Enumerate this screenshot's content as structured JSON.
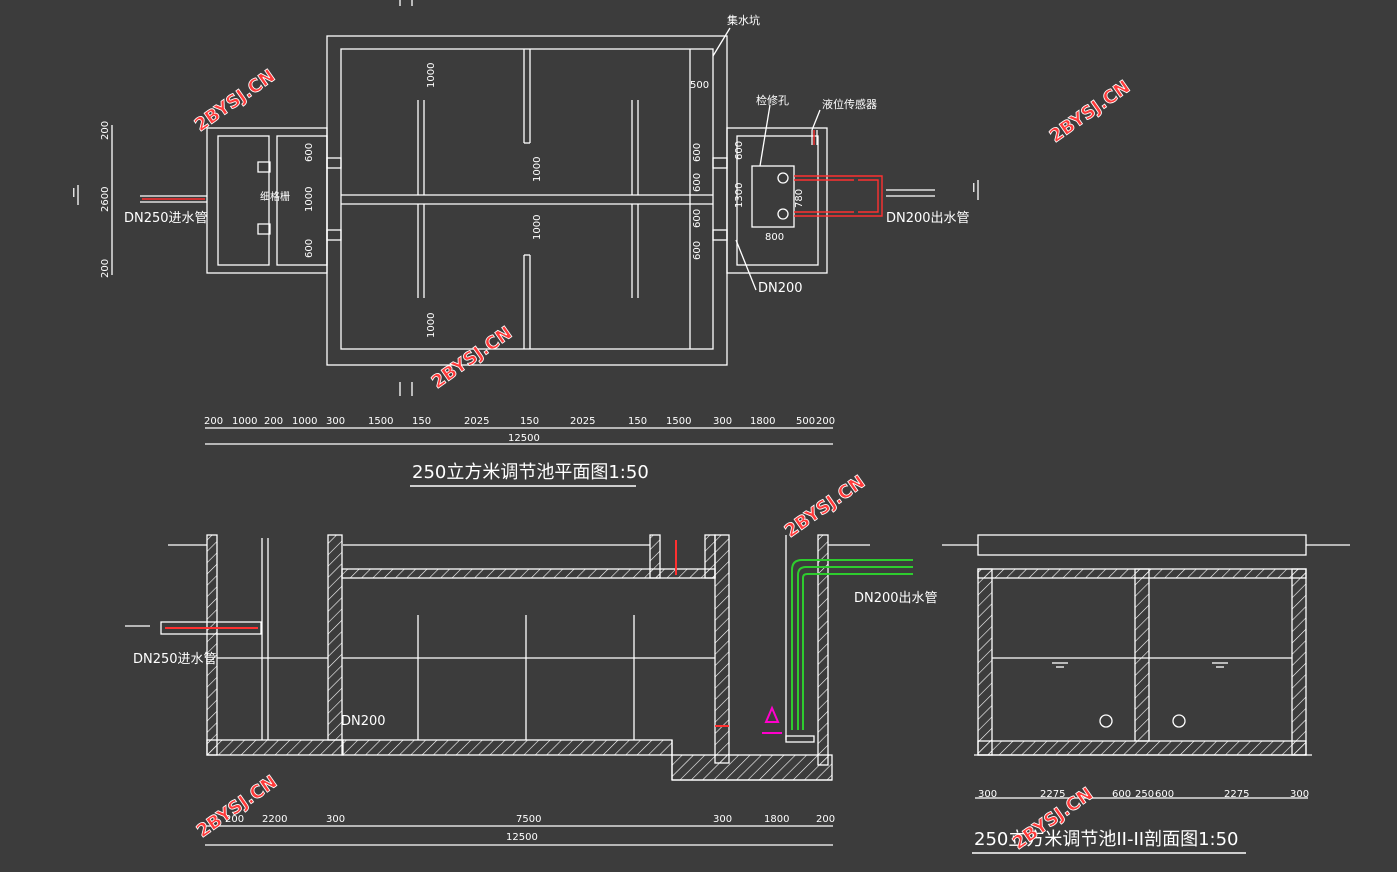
{
  "plan": {
    "title": "250立方米调节池平面图1:50",
    "label_jishuikeng": "集水坑",
    "label_jianxiukong": "检修孔",
    "label_yewei": "液位传感器",
    "label_geshanjing": "细格栅",
    "label_inlet": "DN250进水管",
    "label_outlet": "DN200出水管",
    "label_dn200": "DN200",
    "section_mark": "I",
    "dims_bottom": [
      "200",
      "1000",
      "200",
      "1000",
      "300",
      "1500",
      "150",
      "2025",
      "150",
      "2025",
      "150",
      "1500",
      "300",
      "1800",
      "500",
      "200"
    ],
    "dims_total": "12500",
    "dims_left": [
      "200",
      "2600",
      "200"
    ],
    "dim_1000_top": "1000",
    "dim_1000_mid_a": "1000",
    "dim_1000_mid_b": "1000",
    "dim_1000_bottom": "1000",
    "dim_500": "500",
    "dim_600": "600",
    "dim_1000_left": "1000",
    "dim_1300": "1300",
    "dim_800": "800",
    "dim_780": "780"
  },
  "section1": {
    "label_inlet": "DN250进水管",
    "label_outlet": "DN200出水管",
    "label_dn200": "DN200",
    "dims": [
      "200",
      "2200",
      "300",
      "7500",
      "300",
      "1800",
      "200"
    ],
    "dims_total": "12500"
  },
  "section2": {
    "title": "250立方米调节池II-II剖面图1:50",
    "dims": [
      "300",
      "2275",
      "600",
      "250",
      "600",
      "2275",
      "300"
    ]
  },
  "watermark": "2BYSJ.CN",
  "colors": {
    "background": "#3c3c3c",
    "lines": "#ffffff",
    "pipe_red": "#ff3030",
    "pipe_green": "#2ecc2e",
    "pump": "#ff00cc",
    "watermark_red": "#ff3a3a"
  }
}
